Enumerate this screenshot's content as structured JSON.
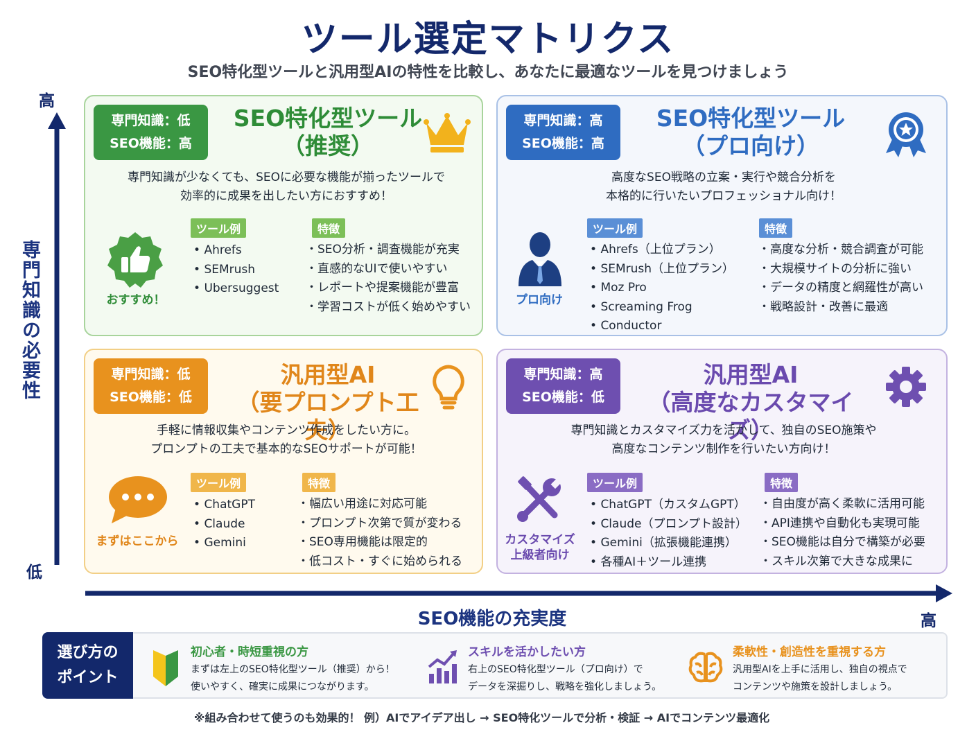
{
  "header": {
    "title": "ツール選定マトリクス",
    "subtitle": "SEO特化型ツールと汎用型AIの特性を比較し、あなたに最適なツールを見つけましょう"
  },
  "axes": {
    "y_high": "高",
    "y_low": "低",
    "y_label": "専門知識の必要性",
    "x_label": "SEO機能の充実度",
    "x_high": "高"
  },
  "colors": {
    "green": "#3a9743",
    "blue": "#2f6cc1",
    "orange": "#e8921e",
    "purple": "#6e4fb0",
    "navy": "#13286b"
  },
  "quadrants": {
    "top_left": {
      "badge_line1": "専門知識：低",
      "badge_line2": "SEO機能：高",
      "title_line1": "SEO特化型ツール",
      "title_line2": "（推奨）",
      "icon": "crown-icon",
      "desc_line1": "専門知識が少なくても、SEOに必要な機能が揃ったツールで",
      "desc_line2": "効率的に成果を出したい方におすすめ！",
      "persona_icon": "thumbs-up-icon",
      "persona_label": "おすすめ！",
      "tools_tag": "ツール例",
      "tools": [
        "Ahrefs",
        "SEMrush",
        "Ubersuggest"
      ],
      "features_tag": "特徴",
      "features": [
        "SEO分析・調査機能が充実",
        "直感的なUIで使いやすい",
        "レポートや提案機能が豊富",
        "学習コストが低く始めやすい"
      ]
    },
    "top_right": {
      "badge_line1": "専門知識：高",
      "badge_line2": "SEO機能：高",
      "title_line1": "SEO特化型ツール",
      "title_line2": "（プロ向け）",
      "icon": "award-badge-icon",
      "desc_line1": "高度なSEO戦略の立案・実行や競合分析を",
      "desc_line2": "本格的に行いたいプロフェッショナル向け！",
      "persona_icon": "businessman-icon",
      "persona_label": "プロ向け",
      "tools_tag": "ツール例",
      "tools": [
        "Ahrefs（上位プラン）",
        "SEMrush（上位プラン）",
        "Moz Pro",
        "Screaming Frog",
        "Conductor"
      ],
      "features_tag": "特徴",
      "features": [
        "高度な分析・競合調査が可能",
        "大規模サイトの分析に強い",
        "データの精度と網羅性が高い",
        "戦略設計・改善に最適"
      ]
    },
    "bottom_left": {
      "badge_line1": "専門知識：低",
      "badge_line2": "SEO機能：低",
      "title_line1": "汎用型AI",
      "title_line2": "（要プロンプト工夫）",
      "icon": "lightbulb-icon",
      "desc_line1": "手軽に情報収集やコンテンツ作成をしたい方に。",
      "desc_line2": "プロンプトの工夫で基本的なSEOサポートが可能！",
      "persona_icon": "chat-bubble-icon",
      "persona_label": "まずはここから",
      "tools_tag": "ツール例",
      "tools": [
        "ChatGPT",
        "Claude",
        "Gemini"
      ],
      "features_tag": "特徴",
      "features": [
        "幅広い用途に対応可能",
        "プロンプト次第で質が変わる",
        "SEO専用機能は限定的",
        "低コスト・すぐに始められる"
      ]
    },
    "bottom_right": {
      "badge_line1": "専門知識：高",
      "badge_line2": "SEO機能：低",
      "title_line1": "汎用型AI",
      "title_line2": "（高度なカスタマイズ）",
      "icon": "gear-icon",
      "desc_line1": "専門知識とカスタマイズ力を活かして、独自のSEO施策や",
      "desc_line2": "高度なコンテンツ制作を行いたい方向け！",
      "persona_icon": "tools-icon",
      "persona_label_line1": "カスタマイズ",
      "persona_label_line2": "上級者向け",
      "tools_tag": "ツール例",
      "tools": [
        "ChatGPT（カスタムGPT）",
        "Claude（プロンプト設計）",
        "Gemini（拡張機能連携）",
        "各種AI＋ツール連携"
      ],
      "features_tag": "特徴",
      "features": [
        "自由度が高く柔軟に活用可能",
        "API連携や自動化も実現可能",
        "SEO機能は自分で構築が必要",
        "スキル次第で大きな成果に"
      ]
    }
  },
  "tips": {
    "heading_line1": "選び方の",
    "heading_line2": "ポイント",
    "items": [
      {
        "icon": "beginner-mark-icon",
        "title": "初心者・時短重視の方",
        "line1": "まずは左上のSEO特化型ツール（推奨）から！",
        "line2": "使いやすく、確実に成果につながります。"
      },
      {
        "icon": "growth-chart-icon",
        "title": "スキルを活かしたい方",
        "line1": "右上のSEO特化型ツール（プロ向け）で",
        "line2": "データを深掘りし、戦略を強化しましょう。"
      },
      {
        "icon": "brain-icon",
        "title": "柔軟性・創造性を重視する方",
        "line1": "汎用型AIを上手に活用し、独自の視点で",
        "line2": "コンテンツや施策を設計しましょう。"
      }
    ]
  },
  "footnote": "※組み合わせて使うのも効果的！ 例）AIでアイデア出し → SEO特化ツールで分析・検証 → AIでコンテンツ最適化"
}
